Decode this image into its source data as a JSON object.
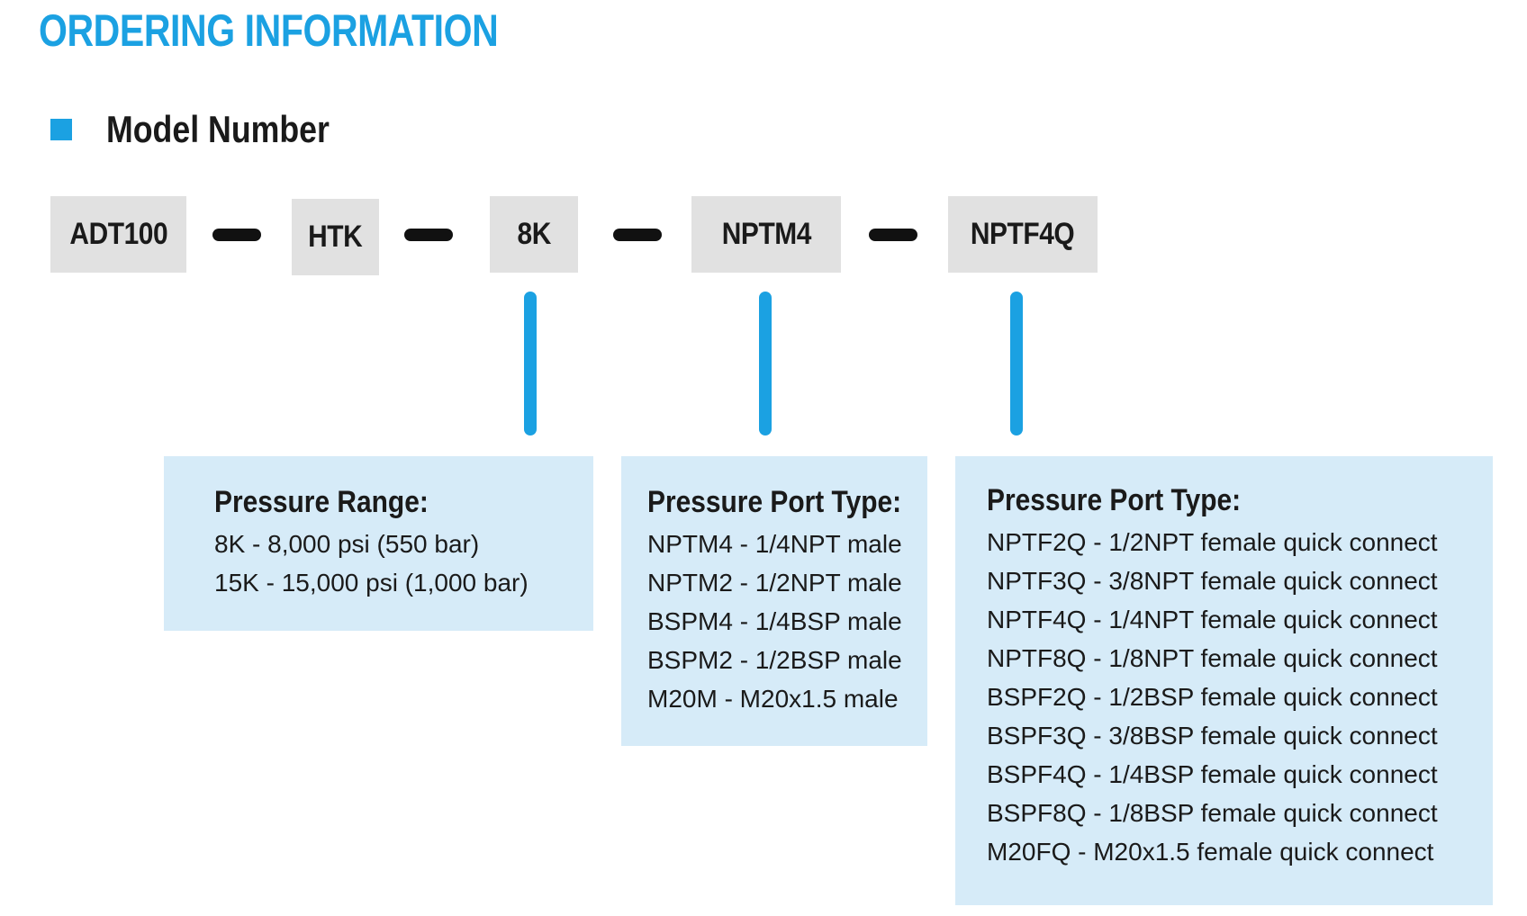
{
  "page_title": "ORDERING INFORMATION",
  "section": {
    "title": "Model Number"
  },
  "model_code": {
    "segments": [
      "ADT100",
      "HTK",
      "8K",
      "NPTM4",
      "NPTF4Q"
    ]
  },
  "options": {
    "pressure_range": {
      "title": "Pressure Range:",
      "items": [
        "8K - 8,000 psi (550 bar)",
        "15K - 15,000 psi (1,000 bar)"
      ]
    },
    "pressure_port_male": {
      "title": "Pressure Port Type:",
      "items": [
        "NPTM4 - 1/4NPT male",
        "NPTM2 - 1/2NPT male",
        "BSPM4 - 1/4BSP male",
        "BSPM2 - 1/2BSP male",
        "M20M - M20x1.5 male"
      ]
    },
    "pressure_port_female": {
      "title": "Pressure Port Type:",
      "items": [
        "NPTF2Q - 1/2NPT female quick connect",
        "NPTF3Q - 3/8NPT female quick connect",
        "NPTF4Q - 1/4NPT female quick connect",
        "NPTF8Q - 1/8NPT female quick connect",
        "BSPF2Q - 1/2BSP female quick connect",
        "BSPF3Q - 3/8BSP female quick connect",
        "BSPF4Q - 1/4BSP female quick connect",
        "BSPF8Q - 1/8BSP female quick connect",
        "M20FQ - M20x1.5 female quick connect"
      ]
    }
  },
  "colors": {
    "accent": "#1ba1e2",
    "code_box": "#e1e1e1",
    "option_box": "#d6ebf8",
    "text": "#1a1a1a"
  }
}
